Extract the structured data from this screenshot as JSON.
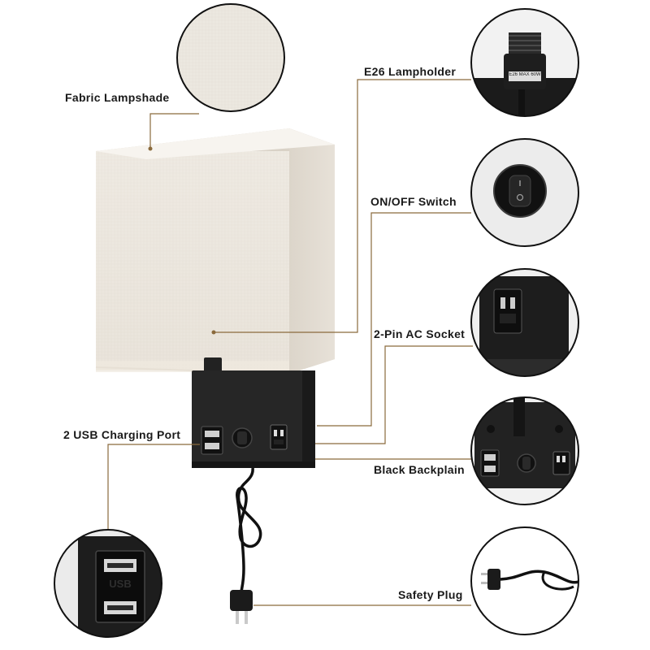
{
  "labels": {
    "fabric_lampshade": "Fabric Lampshade",
    "lampholder": "E26 Lampholder",
    "switch": "ON/OFF Switch",
    "ac_socket": "2-Pin AC Socket",
    "usb_port": "2 USB Charging Port",
    "backplain": "Black Backplain",
    "safety_plug": "Safety Plug"
  },
  "details": {
    "lampholder_marking": "E26 MAX 60W",
    "usb_marking": "USB"
  },
  "colors": {
    "callout_line": "#8a6a3c",
    "shade_fabric": "#ece7df",
    "hardware_black": "#1c1c1c",
    "detail_background": "#eeeeee"
  }
}
